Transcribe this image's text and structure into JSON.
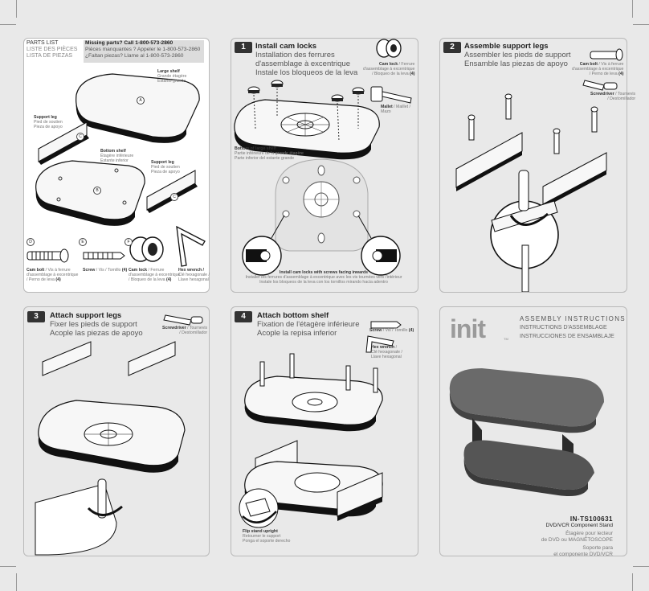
{
  "parts_list": {
    "title_en": "PARTS LIST",
    "title_fr": "LISTE DES PIÈCES",
    "title_es": "LISTA DE PIEZAS",
    "missing_en": "Missing parts? Call 1-800-573-2860",
    "missing_fr": "Pièces manquantes ? Appeler le 1-800-573-2860",
    "missing_es": "¿Faltan piezas? Llame al 1-800-573-2860",
    "large_shelf": [
      "Large shelf",
      "Grande étagère",
      "Estante grande"
    ],
    "support_leg_a": [
      "Support leg",
      "Pied de soutien",
      "Pieza de apoyo"
    ],
    "bottom_shelf": [
      "Bottom shelf",
      "Étagère inférieure",
      "Estante inferior"
    ],
    "support_leg_b": [
      "Support leg",
      "Pied de soutien",
      "Pieza de apoyo"
    ],
    "cam_bolt": [
      "Cam bolt",
      "/ Vis à ferrure",
      "d'assemblage à excentrique",
      "/ Perno de leva",
      "(4)"
    ],
    "screw": [
      "Screw",
      "/ Vis / Tornillo",
      "(4)"
    ],
    "cam_lock": [
      "Cam lock",
      "/ Ferrure",
      "d'assemblage à excentrique",
      "/ Bloqueo de la leva",
      "(4)"
    ],
    "hex_wrench": [
      "Hex wrench /",
      "Clé hexagonale /",
      "Llave hexagonal"
    ],
    "letters": {
      "a": "A",
      "b": "B",
      "c": "C",
      "d": "D",
      "e": "E",
      "f": "F"
    }
  },
  "step1": {
    "num": "1",
    "en": "Install cam locks",
    "fr": "Installation des ferrures",
    "fr2": "d'assemblage à excentrique",
    "es": "Instale los bloqueos de la leva",
    "cam_lock": [
      "Cam lock",
      "/ Ferrure",
      "d'assemblage à excentrique",
      "/ Bloqueo de la leva",
      "(4)"
    ],
    "mallet": [
      "Mallet",
      "/ Maillet /",
      "Mazo"
    ],
    "bottom_large": [
      "Bottom of large shelf",
      "Partie inférieure de la grande étagère",
      "Parte inferior del estante grande"
    ],
    "caption": [
      "Install cam locks with screws facing inwards",
      "Installer les ferrures d'assemblage à excentrique avec les vis tournées vers l'intérieur",
      "Instale los bloqueos de la leva con los tornillos mirando hacia adentro"
    ]
  },
  "step2": {
    "num": "2",
    "en": "Assemble support legs",
    "fr": "Assembler les pieds de support",
    "es": "Ensamble las piezas de apoyo",
    "cam_bolt": [
      "Cam bolt",
      "/ Vis à ferrure",
      "d'assemblage à excentrique",
      "/ Perno de leva",
      "(4)"
    ],
    "screwdriver": [
      "Screwdriver",
      "/ Tournevis",
      "/ Destornillador"
    ]
  },
  "step3": {
    "num": "3",
    "en": "Attach support legs",
    "fr": "Fixer les pieds de support",
    "es": "Acople las piezas de apoyo",
    "screwdriver": [
      "Screwdriver",
      "/ Tournevis",
      "/ Destornillador"
    ]
  },
  "step4": {
    "num": "4",
    "en": "Attach bottom shelf",
    "fr": "Fixation de l'étagère inférieure",
    "es": "Acople la repisa inferior",
    "screw": [
      "Screw",
      "/ Vis / Tornillo",
      "(4)"
    ],
    "hex_wrench": [
      "Hex wrench",
      "/",
      "Clé hexagonale /",
      "Llave hexagonal"
    ],
    "flip": [
      "Flip stand upright",
      "Retourner le support",
      "Ponga el soporte derecho"
    ]
  },
  "cover": {
    "logo": "init",
    "tm": "TM",
    "title_en": "ASSEMBLY INSTRUCTIONS",
    "title_fr": "INSTRUCTIONS D'ASSEMBLAGE",
    "title_es": "INSTRUCCIONES DE ENSAMBLAJE",
    "model": "IN-TS100631",
    "product_en": "DVD/VCR Component Stand",
    "product_fr1": "Étagère pour lecteur",
    "product_fr2": "de DVD ou MAGNÉTOSCOPE",
    "product_es1": "Soporte para",
    "product_es2": "el componente DVD/VCR"
  }
}
